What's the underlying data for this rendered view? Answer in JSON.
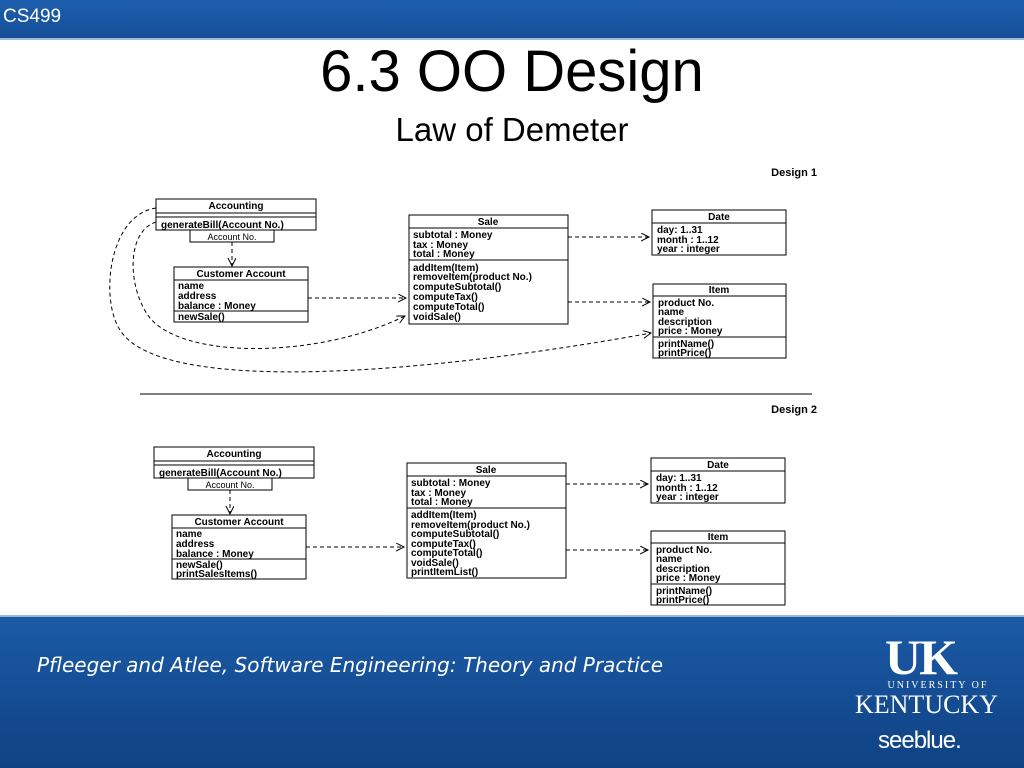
{
  "header": {
    "course": "CS499"
  },
  "slide": {
    "title": "6.3 OO Design",
    "subtitle": "Law of Demeter"
  },
  "design1": {
    "label": "Design 1",
    "accounting": {
      "name": "Accounting",
      "operation": "generateBill(Account No.)",
      "qualifier": "Account No."
    },
    "customer": {
      "name": "Customer Account",
      "attributes": [
        "name",
        "address",
        "balance : Money"
      ],
      "operations": [
        "newSale()"
      ]
    },
    "sale": {
      "name": "Sale",
      "attributes": [
        "subtotal : Money",
        "tax : Money",
        "total : Money"
      ],
      "operations": [
        "addItem(Item)",
        "removeItem(product No.)",
        "computeSubtotal()",
        "computeTax()",
        "computeTotal()",
        "voidSale()"
      ]
    },
    "date": {
      "name": "Date",
      "attributes": [
        "day: 1..31",
        "month : 1..12",
        "year : integer"
      ]
    },
    "item": {
      "name": "Item",
      "attributes": [
        "product No.",
        "name",
        "description",
        "price : Money"
      ],
      "operations": [
        "printName()",
        "printPrice()"
      ]
    }
  },
  "design2": {
    "label": "Design 2",
    "accounting": {
      "name": "Accounting",
      "operation": "generateBill(Account No.)",
      "qualifier": "Account No."
    },
    "customer": {
      "name": "Customer Account",
      "attributes": [
        "name",
        "address",
        "balance : Money"
      ],
      "operations": [
        "newSale()",
        "printSalesItems()"
      ]
    },
    "sale": {
      "name": "Sale",
      "attributes": [
        "subtotal : Money",
        "tax : Money",
        "total : Money"
      ],
      "operations": [
        "addItem(Item)",
        "removeItem(product No.)",
        "computeSubtotal()",
        "computeTax()",
        "computeTotal()",
        "voidSale()",
        "printItemList()"
      ]
    },
    "date": {
      "name": "Date",
      "attributes": [
        "day: 1..31",
        "month : 1..12",
        "year : integer"
      ]
    },
    "item": {
      "name": "Item",
      "attributes": [
        "product No.",
        "name",
        "description",
        "price : Money"
      ],
      "operations": [
        "printName()",
        "printPrice()"
      ]
    }
  },
  "footer": {
    "citation": "Pfleeger and Atlee, Software Engineering: Theory and Practice",
    "logo_uk": "UK",
    "logo_university": "UNIVERSITY OF",
    "logo_kentucky": "KENTUCKY",
    "logo_seeblue": "seeblue."
  }
}
